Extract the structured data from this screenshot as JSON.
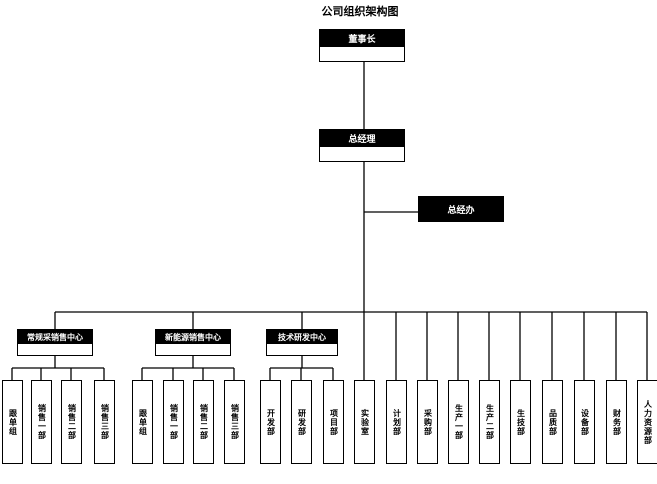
{
  "title": "公司组织架构图",
  "chairman": "董事长",
  "gm": "总经理",
  "office": "总经办",
  "centers": [
    {
      "label": "常规采销售中心",
      "departments": [
        "跟单组",
        "销售一部",
        "销售二部",
        "销售三部"
      ]
    },
    {
      "label": "新能源销售中心",
      "departments": [
        "跟单组",
        "销售一部",
        "销售二部",
        "销售三部"
      ]
    },
    {
      "label": "技术研发中心",
      "departments": [
        "开发部",
        "研发部",
        "项目部"
      ]
    }
  ],
  "direct_departments": [
    "实验室",
    "计划部",
    "采购部",
    "生产一部",
    "生产二部",
    "生技部",
    "品质部",
    "设备部",
    "财务部",
    "人力资源部"
  ]
}
